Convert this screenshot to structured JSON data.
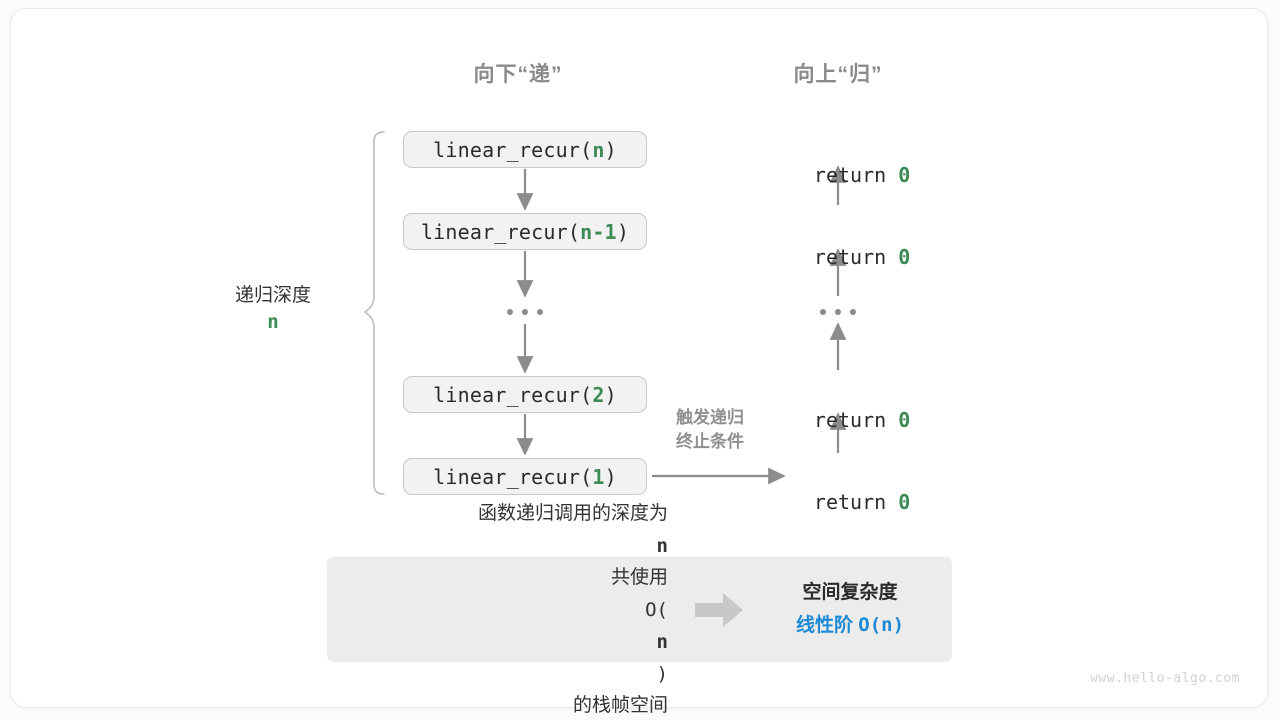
{
  "headers": {
    "down": "向下“递”",
    "up": "向上“归”"
  },
  "depth_label": {
    "text": "递归深度",
    "value": "n"
  },
  "calls": [
    {
      "prefix": "linear_recur(",
      "arg": "n",
      "suffix": ")"
    },
    {
      "prefix": "linear_recur(",
      "arg": "n-1",
      "suffix": ")"
    },
    {
      "prefix": "linear_recur(",
      "arg": "2",
      "suffix": ")"
    },
    {
      "prefix": "linear_recur(",
      "arg": "1",
      "suffix": ")"
    }
  ],
  "returns": [
    {
      "keyword": "return ",
      "value": "0"
    },
    {
      "keyword": "return ",
      "value": "0"
    },
    {
      "keyword": "return ",
      "value": "0"
    },
    {
      "keyword": "return ",
      "value": "0"
    }
  ],
  "ellipsis": "...",
  "terminal_note": {
    "line1": "触发递归",
    "line2": "终止条件"
  },
  "summary": {
    "left_line1_a": "函数递归调用的深度为 ",
    "left_line1_n": "n",
    "left_line2_a": "共使用 ",
    "left_line2_b": "O(",
    "left_line2_n": "n",
    "left_line2_c": ")",
    "left_line2_d": " 的栈帧空间",
    "right_title": "空间复杂度",
    "right_value_text": "线性阶 ",
    "right_value_mono": "O(n)"
  },
  "watermark": "www.hello-algo.com",
  "colors": {
    "green": "#3d8a55",
    "blue": "#1e8ad6",
    "gray_text": "#8a8a8a",
    "box_fill": "#f2f2f2",
    "box_border": "#c9c9c9",
    "panel_fill": "#ececec",
    "arrow": "#8c8c8c"
  }
}
